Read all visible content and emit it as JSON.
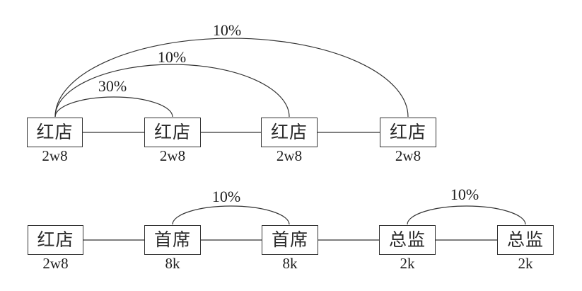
{
  "colors": {
    "background": "#ffffff",
    "stroke": "#333333",
    "text": "#1d1d1d"
  },
  "top_row": {
    "nodes": [
      {
        "label": "红店",
        "value": "2w8"
      },
      {
        "label": "红店",
        "value": "2w8"
      },
      {
        "label": "红店",
        "value": "2w8"
      },
      {
        "label": "红店",
        "value": "2w8"
      }
    ],
    "arcs": [
      {
        "label": "30%",
        "from": 0,
        "to": 1
      },
      {
        "label": "10%",
        "from": 0,
        "to": 2
      },
      {
        "label": "10%",
        "from": 0,
        "to": 3
      }
    ]
  },
  "bottom_row": {
    "nodes": [
      {
        "label": "红店",
        "value": "2w8"
      },
      {
        "label": "首席",
        "value": "8k"
      },
      {
        "label": "首席",
        "value": "8k"
      },
      {
        "label": "总监",
        "value": "2k"
      },
      {
        "label": "总监",
        "value": "2k"
      }
    ],
    "arcs": [
      {
        "label": "10%",
        "from": 1,
        "to": 2
      },
      {
        "label": "10%",
        "from": 3,
        "to": 4
      }
    ]
  }
}
